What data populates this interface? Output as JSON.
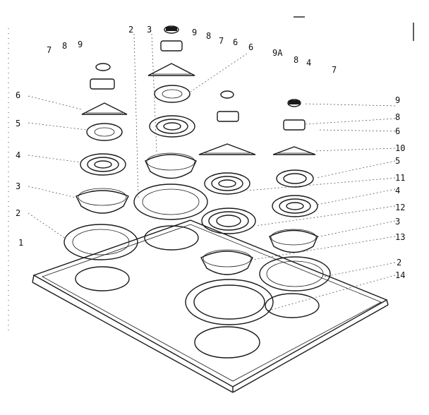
{
  "diagram": {
    "labels": {
      "left_7": "7",
      "left_8": "8",
      "left_9": "9",
      "left_6": "6",
      "left_5": "5",
      "left_4": "4",
      "left_3": "3",
      "left_2": "2",
      "left_1": "1",
      "mid_2": "2",
      "mid_3": "3",
      "top_9": "9",
      "top_8": "8",
      "top_7": "7",
      "top_6a": "6",
      "top_6b": "6",
      "r_9a": "9A",
      "r_8": "8",
      "r_4": "4",
      "r_7": "7",
      "right_9": "9",
      "right_8": "8",
      "right_6": "6",
      "right_10": "10",
      "right_5": "5",
      "right_11": "11",
      "right_4": "4",
      "right_12": "12",
      "right_3": "3",
      "right_13": "13",
      "right_2": "2",
      "right_14": "14"
    }
  }
}
